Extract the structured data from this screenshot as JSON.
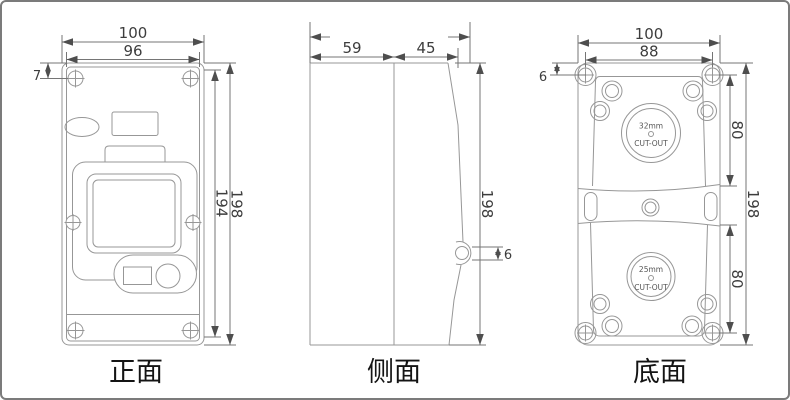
{
  "drawing_title": "enclosure three-view technical drawing",
  "colors": {
    "outline": "#979797",
    "dimension": "#757575",
    "dimension_text": "#3d3d3d",
    "label_text": "#141414",
    "border": "#7b7b7b",
    "background": "#ffffff"
  },
  "front": {
    "label": "正面",
    "dim_width_outer": "100",
    "dim_width_inner": "96",
    "dim_top_offset": "7",
    "dim_height_outer": "198",
    "dim_height_inner": "194"
  },
  "side": {
    "label": "侧面",
    "dim_depth_base": "59",
    "dim_depth_lid": "45",
    "dim_height": "198",
    "dim_latch": "6"
  },
  "bottom": {
    "label": "底面",
    "dim_width_outer": "100",
    "dim_hole_span": "88",
    "dim_hole_offset": "6",
    "dim_upper_half": "80",
    "dim_lower_half": "80",
    "dim_height": "198",
    "cutout_top": {
      "size": "32mm",
      "label": "CUT-OUT"
    },
    "cutout_bottom": {
      "size": "25mm",
      "label": "CUT-OUT"
    }
  }
}
